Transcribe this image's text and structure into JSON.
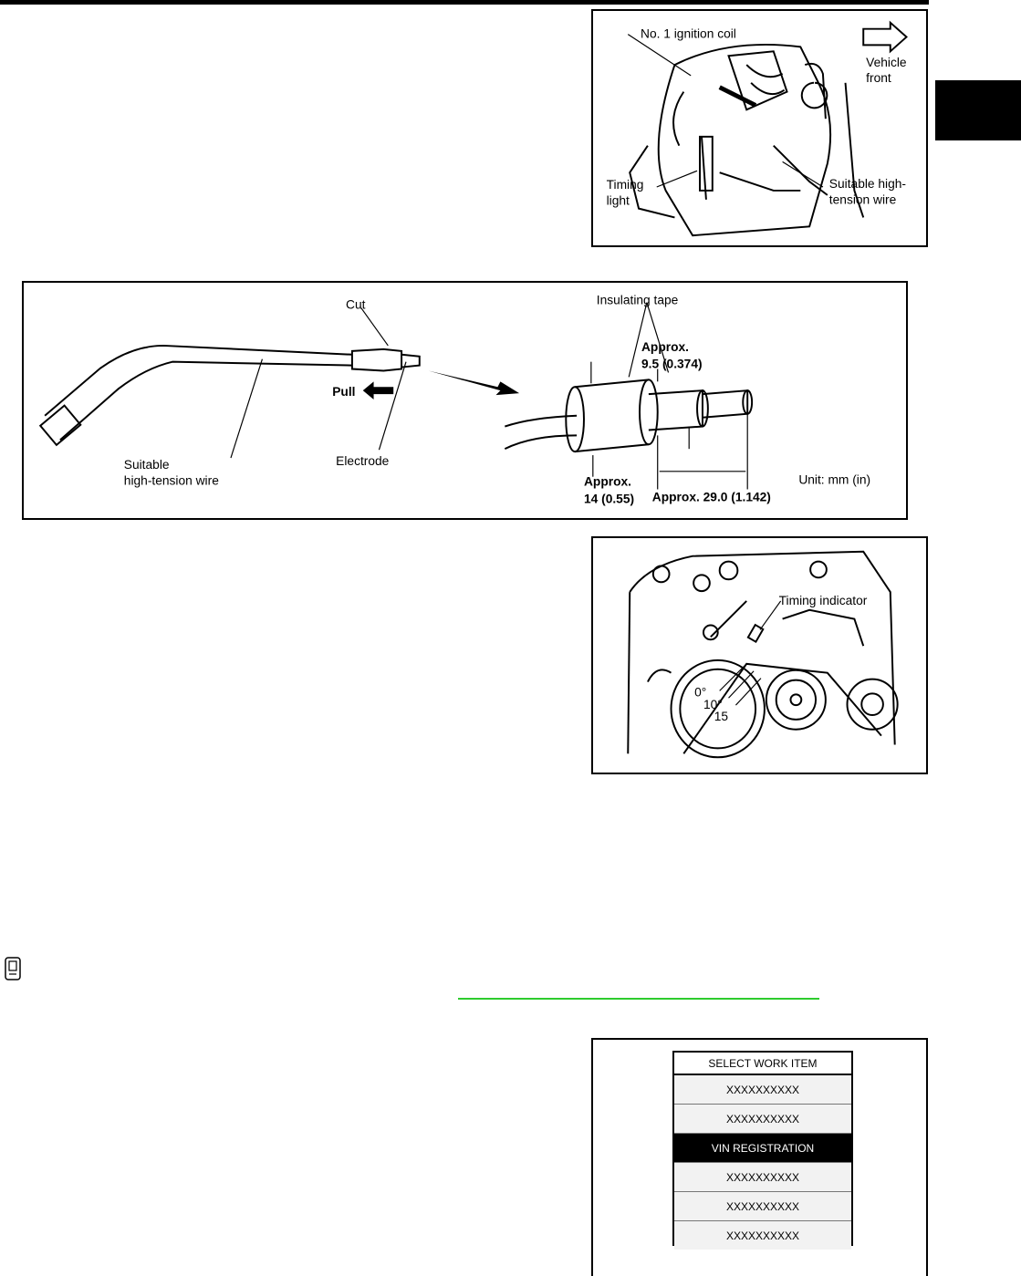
{
  "figure1": {
    "labels": {
      "coil": "No. 1 ignition coil",
      "vehicle_front_1": "Vehicle",
      "vehicle_front_2": "front",
      "timing_light_1": "Timing",
      "timing_light_2": "light",
      "hightension_1": "Suitable high-",
      "hightension_2": "tension wire"
    }
  },
  "figure2": {
    "labels": {
      "cut": "Cut",
      "insulating_tape": "Insulating tape",
      "pull": "Pull",
      "electrode": "Electrode",
      "wire_1": "Suitable",
      "wire_2": "high-tension wire",
      "approx_a_1": "Approx.",
      "approx_a_2": "9.5 (0.374)",
      "approx_b_1": "Approx.",
      "approx_b_2": "14 (0.55)",
      "approx_c": "Approx. 29.0 (1.142)",
      "unit": "Unit: mm (in)"
    }
  },
  "figure3": {
    "labels": {
      "timing_indicator": "Timing indicator",
      "deg_0": "0°",
      "deg_10": "10°",
      "deg_15": "15"
    }
  },
  "work_item": {
    "header": "SELECT WORK ITEM",
    "rows": [
      "XXXXXXXXXX",
      "XXXXXXXXXX",
      "VIN REGISTRATION",
      "XXXXXXXXXX",
      "XXXXXXXXXX",
      "XXXXXXXXXX"
    ],
    "selected_index": 2
  },
  "colors": {
    "link": "#2ecc2e",
    "ink": "#000000"
  }
}
